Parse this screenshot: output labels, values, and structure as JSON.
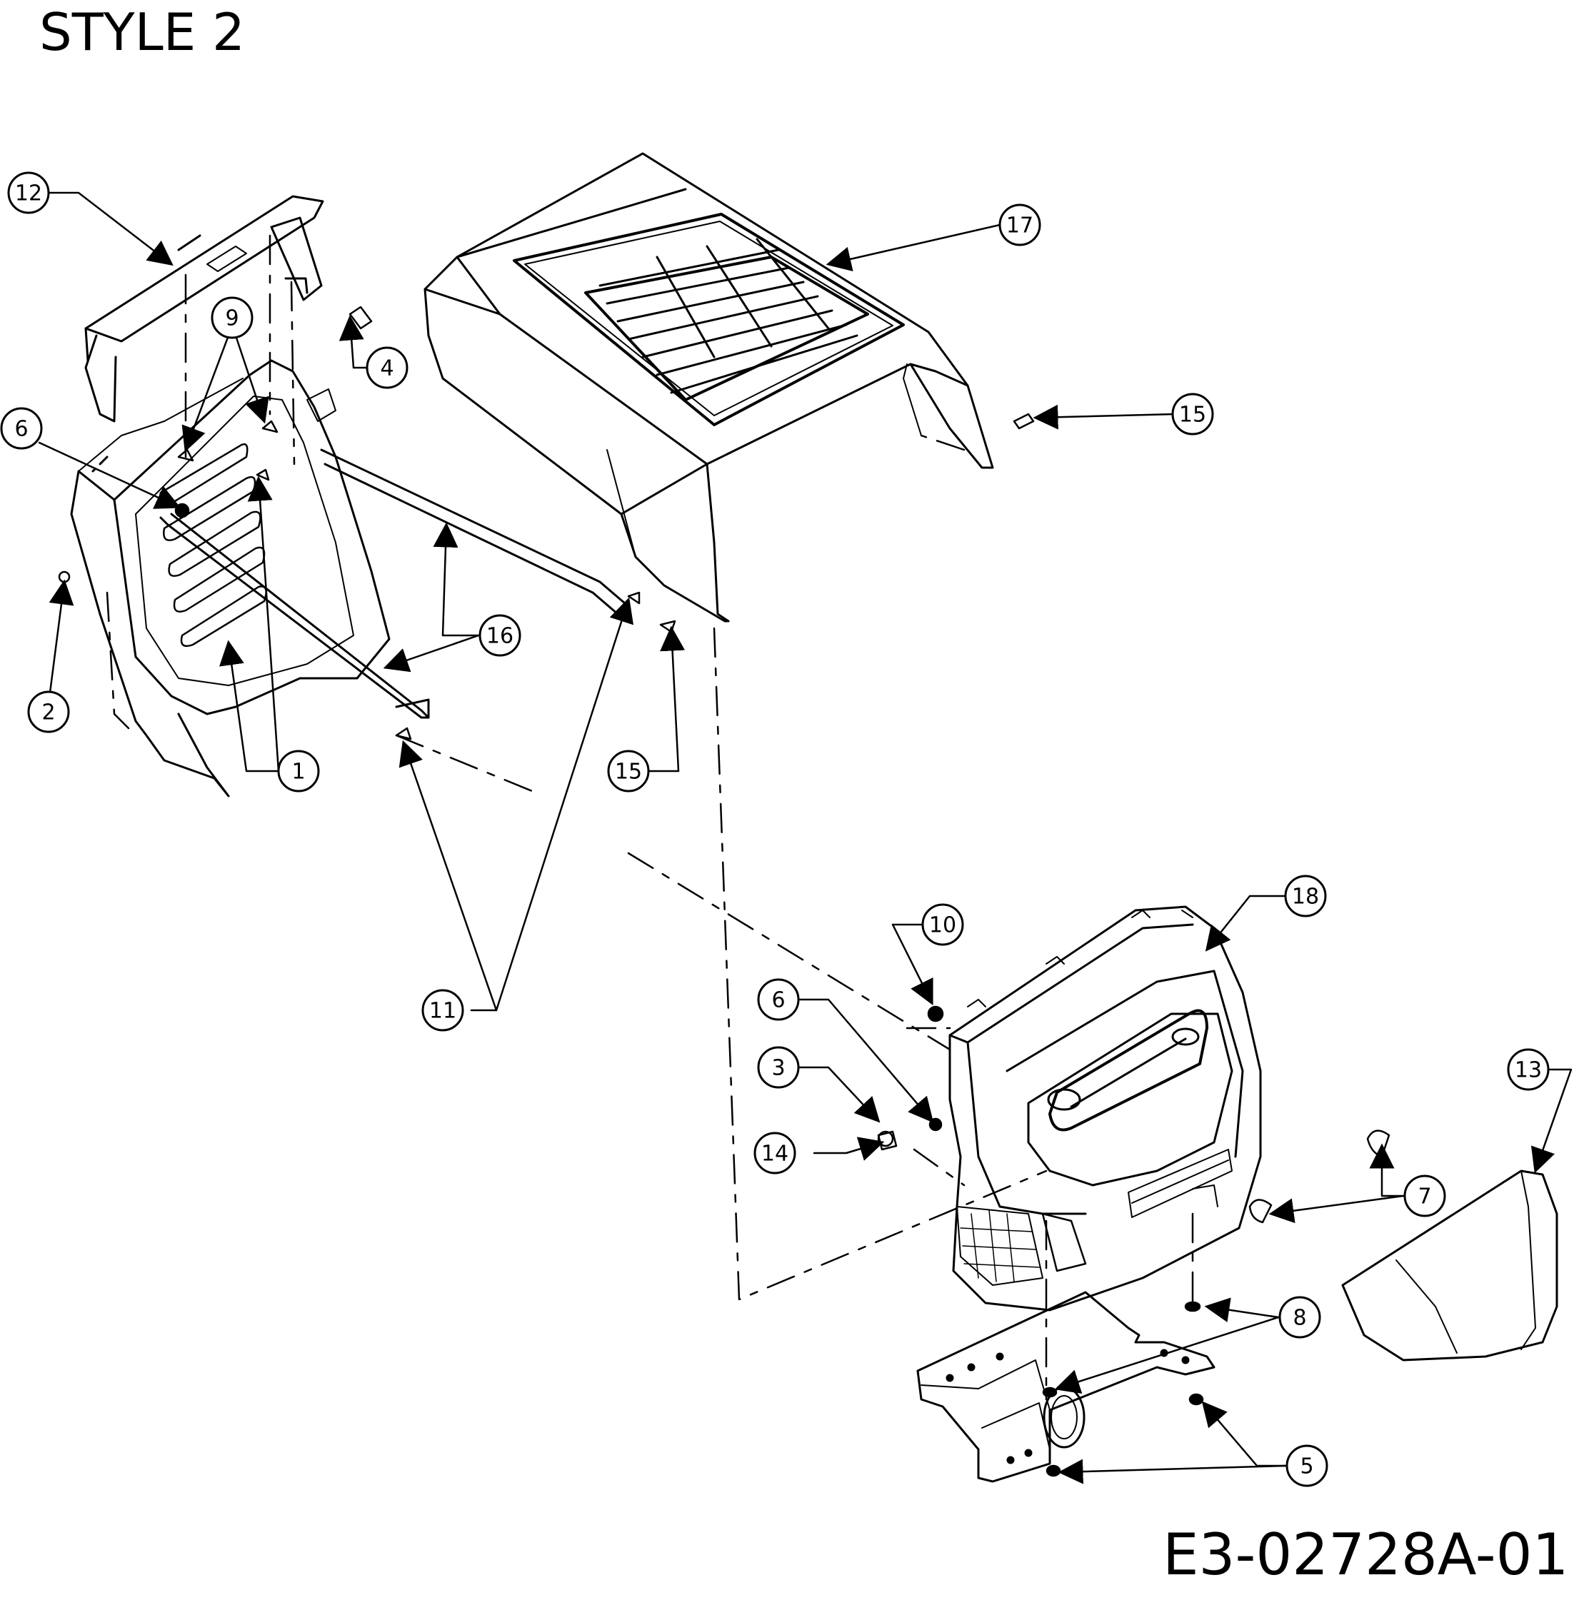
{
  "diagram": {
    "title": "STYLE 2",
    "drawing_number": "E3-02728A-01",
    "callouts": [
      {
        "id": "c12",
        "label": "12"
      },
      {
        "id": "c9",
        "label": "9"
      },
      {
        "id": "c4",
        "label": "4"
      },
      {
        "id": "c6a",
        "label": "6"
      },
      {
        "id": "c2",
        "label": "2"
      },
      {
        "id": "c1",
        "label": "1"
      },
      {
        "id": "c16",
        "label": "16"
      },
      {
        "id": "c11",
        "label": "11"
      },
      {
        "id": "c15a",
        "label": "15"
      },
      {
        "id": "c17",
        "label": "17"
      },
      {
        "id": "c15b",
        "label": "15"
      },
      {
        "id": "c18",
        "label": "18"
      },
      {
        "id": "c10",
        "label": "10"
      },
      {
        "id": "c6b",
        "label": "6"
      },
      {
        "id": "c3",
        "label": "3"
      },
      {
        "id": "c14",
        "label": "14"
      },
      {
        "id": "c13",
        "label": "13"
      },
      {
        "id": "c7",
        "label": "7"
      },
      {
        "id": "c8",
        "label": "8"
      },
      {
        "id": "c5",
        "label": "5"
      }
    ]
  }
}
